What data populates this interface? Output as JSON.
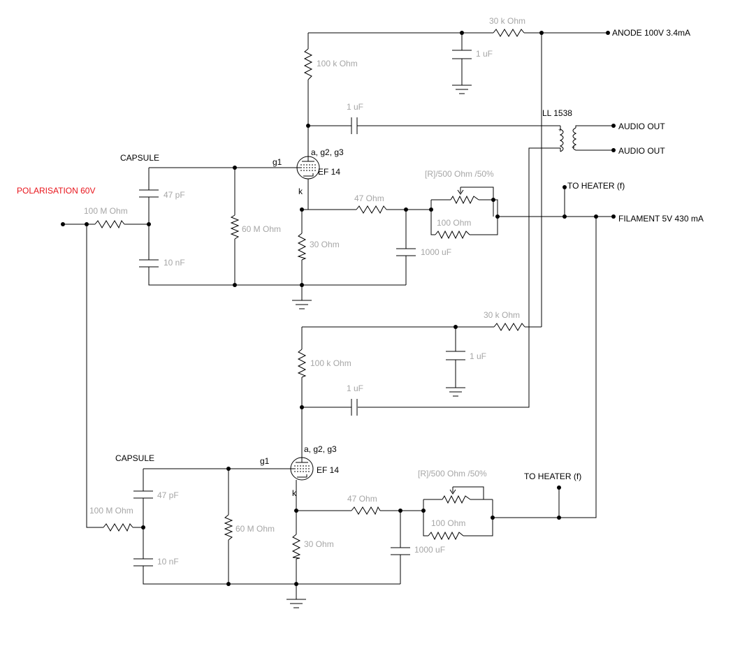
{
  "colors": {
    "wire": "#000000",
    "value_text": "#a6a6a6",
    "polarisation": "#e8141b"
  },
  "labels": {
    "anode": "ANODE 100V 3.4mA",
    "audio_out_1": "AUDIO OUT",
    "audio_out_2": "AUDIO OUT",
    "transformer": "LL 1538",
    "to_heater_1": "TO HEATER (f)",
    "to_heater_2": "TO HEATER (f)",
    "filament": "FILAMENT 5V 430 mA",
    "polarisation": "POLARISATION 60V",
    "capsule_1": "CAPSULE",
    "capsule_2": "CAPSULE",
    "tube_1_electrodes": "a, g2, g3",
    "tube_1_type": "EF 14",
    "tube_1_grid": "g1",
    "tube_1_cathode": "k",
    "tube_2_electrodes": "a, g2, g3",
    "tube_2_type": "EF 14",
    "tube_2_grid": "g1",
    "tube_2_cathode": "k",
    "transformer_plus_1": "+",
    "transformer_plus_2": "+"
  },
  "values": {
    "r_anode_series_1": "30 k Ohm",
    "c_anode_filter_1": "1 uF",
    "r_plate_1": "100 k Ohm",
    "c_coupling_1": "1 uF",
    "pot_1": "[R]/500  Ohm /50%",
    "r_heater_series_1": "47  Ohm",
    "r_pot_parallel_1": "100  Ohm",
    "c_cathode_1": "1000 uF",
    "r_cathode_1": "30  Ohm",
    "r_grid_1": "60 M Ohm",
    "c_capsule_top_1": "47 pF",
    "c_capsule_bottom_1": "10 nF",
    "r_polar_1": "100 M Ohm",
    "r_anode_series_2": "30 k Ohm",
    "c_anode_filter_2": "1 uF",
    "r_plate_2": "100 k Ohm",
    "c_coupling_2": "1 uF",
    "pot_2": "[R]/500  Ohm /50%",
    "r_heater_series_2": "47  Ohm",
    "r_pot_parallel_2": "100  Ohm",
    "c_cathode_2": "1000 uF",
    "r_cathode_2": "30  Ohm",
    "r_grid_2": "60 M Ohm",
    "c_capsule_top_2": "47 pF",
    "c_capsule_bottom_2": "10 nF",
    "r_polar_2": "100 M Ohm"
  }
}
